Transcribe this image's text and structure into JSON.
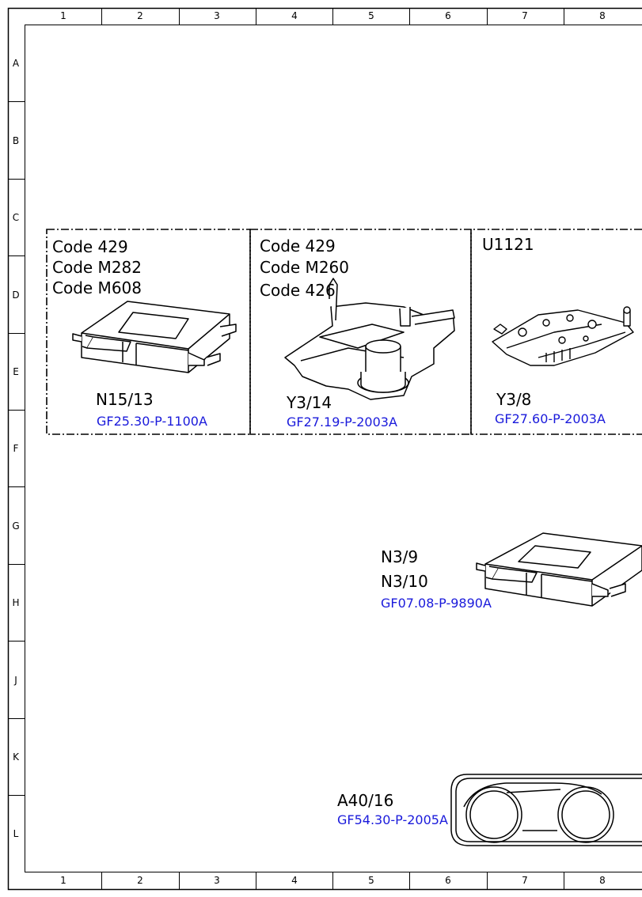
{
  "grid": {
    "columns": [
      "1",
      "2",
      "3",
      "4",
      "5",
      "6",
      "7",
      "8"
    ],
    "rows": [
      "A",
      "B",
      "C",
      "D",
      "E",
      "F",
      "G",
      "H",
      "J",
      "K",
      "L"
    ]
  },
  "groups": [
    {
      "codes": [
        "Code 429",
        "Code M282",
        "Code M608"
      ],
      "component": "N15/13",
      "ref": "GF25.30-P-1100A"
    },
    {
      "codes": [
        "Code 429",
        "Code M260",
        "Code 426"
      ],
      "component": "Y3/14",
      "ref": "GF27.19-P-2003A"
    },
    {
      "codes": [
        "U1121"
      ],
      "component": "Y3/8",
      "ref": "GF27.60-P-2003A"
    }
  ],
  "components": [
    {
      "labels": [
        "N3/9",
        "N3/10"
      ],
      "ref": "GF07.08-P-9890A"
    },
    {
      "labels": [
        "A40/16"
      ],
      "ref": "GF54.30-P-2005A"
    }
  ],
  "colors": {
    "line": "#000000",
    "ref_link": "#1a1adb",
    "background": "#ffffff"
  }
}
